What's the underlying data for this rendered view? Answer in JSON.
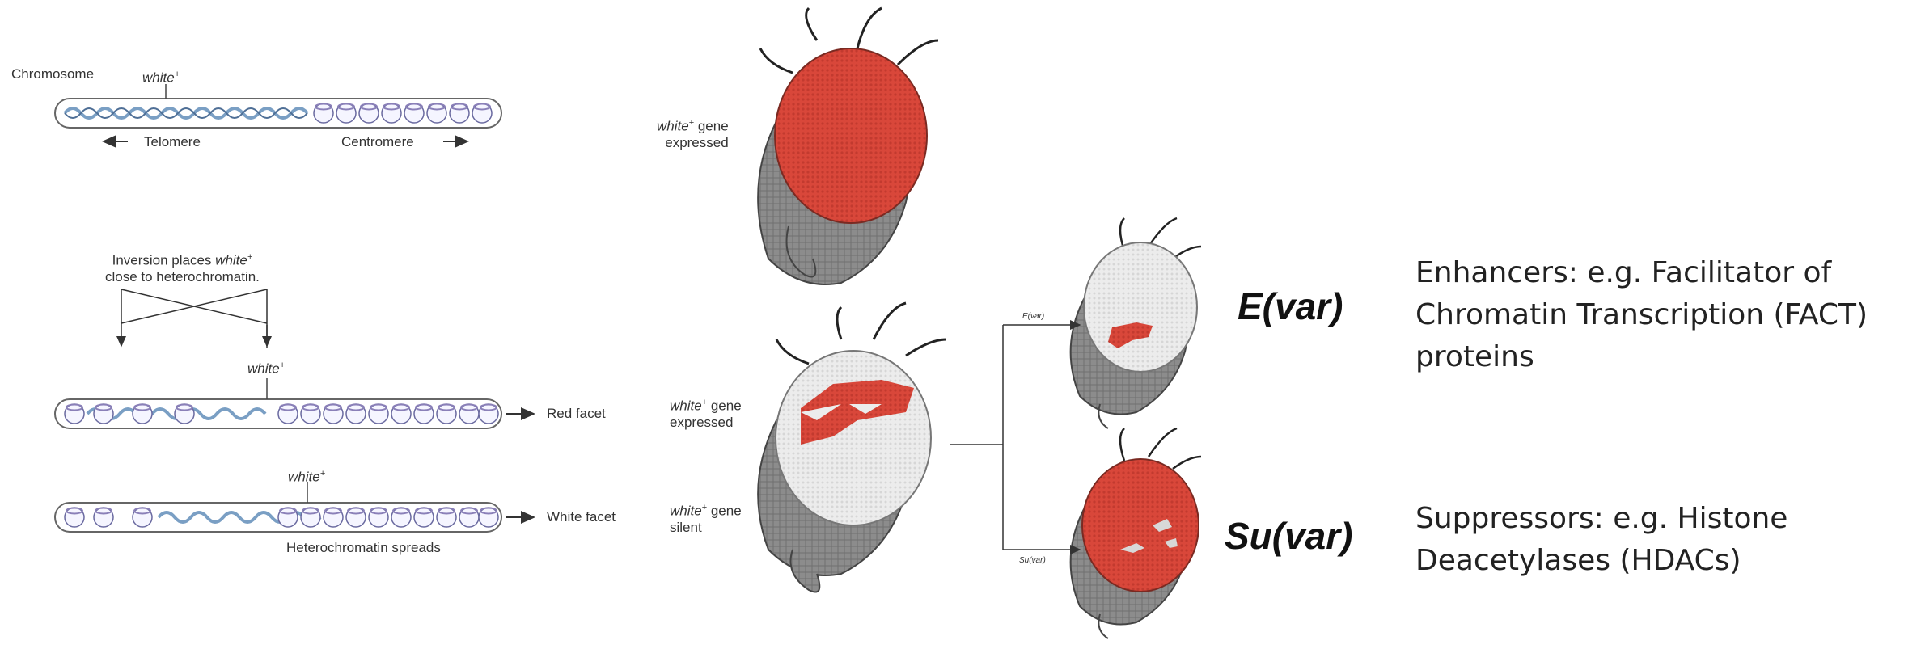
{
  "colors": {
    "eye_red": "#d9473a",
    "eye_white": "#e8e8e8",
    "chromatin_blue": "#7a9fc4",
    "nucleosome_purple": "#8a80b8",
    "text": "#222222"
  },
  "left_panel": {
    "top": {
      "chromosome_label": "Chromosome",
      "white_gene": "white",
      "telomere": "Telomere",
      "centromere": "Centromere"
    },
    "inversion_note_line1_prefix": "Inversion places ",
    "inversion_note_gene": "white",
    "inversion_note_line2": "close to heterochromatin.",
    "middle": {
      "white_gene": "white",
      "outcome": "Red facet"
    },
    "bottom": {
      "white_gene": "white",
      "outcome": "White facet",
      "caption": "Heterochromatin spreads"
    }
  },
  "middle_panel": {
    "fly_top_label": {
      "gene": "white",
      "line1_suffix": " gene",
      "line2": "expressed"
    },
    "fly_mid_expressed": {
      "gene": "white",
      "line1_suffix": " gene",
      "line2": "expressed"
    },
    "fly_mid_silent": {
      "gene": "white",
      "line1_suffix": " gene",
      "line2": "silent"
    }
  },
  "branch_panel": {
    "upper_branch_label": "E(var)",
    "lower_branch_label": "Su(var)",
    "upper_heading": "E(var)",
    "lower_heading": "Su(var)"
  },
  "right_panel": {
    "enhancers_text": "Enhancers: e.g. Facilitator of Chromatin Transcription (FACT) proteins",
    "suppressors_text": "Suppressors: e.g. Histone Deacetylases (HDACs)"
  }
}
